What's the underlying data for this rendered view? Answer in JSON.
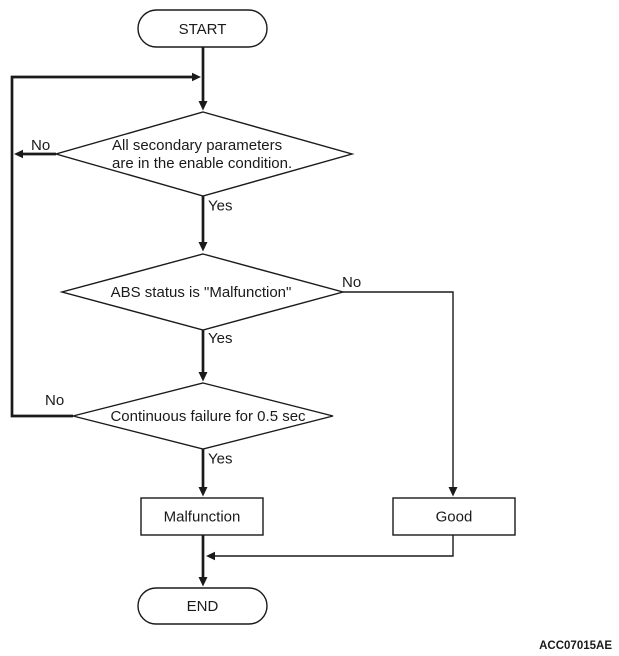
{
  "flowchart": {
    "nodes": [
      {
        "id": "start",
        "type": "terminator",
        "label": "START"
      },
      {
        "id": "decision-secondary-parameters",
        "type": "decision",
        "label": "All secondary parameters are in the enable condition.",
        "lines": [
          "All secondary parameters",
          "are in the enable condition."
        ]
      },
      {
        "id": "decision-abs-status",
        "type": "decision",
        "label": "ABS status is \"Malfunction\"",
        "lines": [
          "ABS status is \"Malfunction\""
        ]
      },
      {
        "id": "decision-continuous-failure",
        "type": "decision",
        "label": "Continuous failure for 0.5 sec",
        "lines": [
          "Continuous failure for 0.5 sec"
        ]
      },
      {
        "id": "malfunction",
        "type": "process",
        "label": "Malfunction"
      },
      {
        "id": "good",
        "type": "process",
        "label": "Good"
      },
      {
        "id": "end",
        "type": "terminator",
        "label": "END"
      }
    ],
    "edges": [
      {
        "from": "start",
        "to": "decision-secondary-parameters",
        "label": ""
      },
      {
        "from": "decision-secondary-parameters",
        "to": "loop-back-junction",
        "label": "No"
      },
      {
        "from": "decision-secondary-parameters",
        "to": "decision-abs-status",
        "label": "Yes"
      },
      {
        "from": "decision-abs-status",
        "to": "good",
        "label": "No"
      },
      {
        "from": "decision-abs-status",
        "to": "decision-continuous-failure",
        "label": "Yes"
      },
      {
        "from": "decision-continuous-failure",
        "to": "loop-back-junction",
        "label": "No"
      },
      {
        "from": "decision-continuous-failure",
        "to": "malfunction",
        "label": "Yes"
      },
      {
        "from": "malfunction",
        "to": "end",
        "label": ""
      },
      {
        "from": "good",
        "to": "end",
        "label": ""
      }
    ],
    "colors": {
      "line": "#1a1a1a",
      "background": "#ffffff"
    }
  },
  "footer": {
    "figure_code": "ACC07015AE"
  }
}
